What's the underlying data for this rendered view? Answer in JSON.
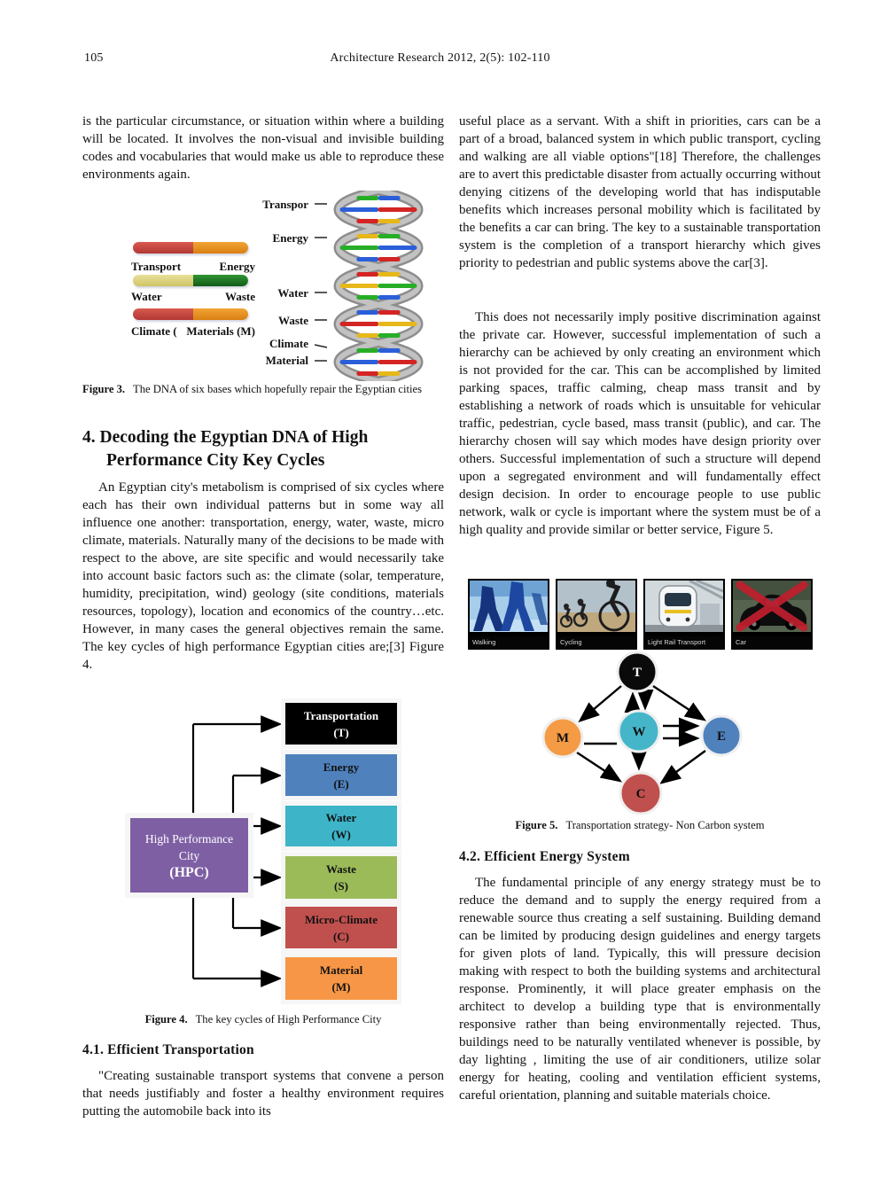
{
  "page_header": {
    "page_number": "105",
    "journal_ref": "Architecture Research 2012, 2(5): 102-110"
  },
  "left_column": {
    "intro_paragraph": "is the particular circumstance, or situation within where a building will be located. It involves the non-visual and invisible building codes and vocabularies that would make us able to reproduce these environments again.",
    "figure3": {
      "bars": [
        {
          "left": "Transport",
          "right": "Energy"
        },
        {
          "left": "Water",
          "right": "Waste"
        },
        {
          "left": "Climate (",
          "right": "Materials (M)"
        }
      ],
      "helix_labels": [
        "Transpor",
        "Energy",
        "Water",
        "Waste",
        "Climate",
        "Material"
      ],
      "caption_label": "Figure 3.",
      "caption_text": "The DNA of six bases which hopefully repair the Egyptian cities",
      "colors": {
        "bar_red": "#c2413c",
        "bar_orange": "#e89020",
        "bar_khaki": "#ded682",
        "bar_green": "#1f7a28",
        "ribbon_gray": "#b3b3b3",
        "rung_green": "#27ae27",
        "rung_blue": "#2b5fd9",
        "rung_red": "#d42424",
        "rung_yellow": "#e6b819"
      }
    },
    "section_4": {
      "heading": "4. Decoding the Egyptian DNA of High Performance City Key Cycles",
      "paragraph": "An Egyptian city's metabolism is comprised of six cycles where each has their own individual patterns but in some way all influence one another: transportation, energy, water, waste, micro climate, materials. Naturally many of the decisions to be made with respect to the above, are site specific and would necessarily take into account basic factors such as: the climate (solar, temperature, humidity, precipitation, wind) geology (site conditions, materials resources, topology), location and economics of the country…etc. However, in many cases the general objectives remain the same. The key cycles of high performance Egyptian cities are;[3] Figure 4."
    },
    "figure4": {
      "source_box": {
        "line1": "High Performance",
        "line2": "City",
        "line3": "(HPC)",
        "color": "#7e5fa4"
      },
      "cycle_boxes": [
        {
          "label": "Transportation",
          "abbr": "(T)",
          "color": "#000000"
        },
        {
          "label": "Energy",
          "abbr": "(E)",
          "color": "#4f81bd"
        },
        {
          "label": "Water",
          "abbr": "(W)",
          "color": "#3db4c8"
        },
        {
          "label": "Waste",
          "abbr": "(S)",
          "color": "#9bbb59"
        },
        {
          "label": "Micro-Climate",
          "abbr": "(C)",
          "color": "#c0504d"
        },
        {
          "label": "Material",
          "abbr": "(M)",
          "color": "#f79646"
        }
      ],
      "caption_label": "Figure 4.",
      "caption_text": "The key cycles of High Performance City"
    },
    "section_4_1": {
      "heading": "4.1. Efficient Transportation",
      "paragraph": "\"Creating sustainable transport systems that convene a person that needs justifiably and foster a healthy environment requires putting the automobile back into its"
    }
  },
  "right_column": {
    "paragraph_1": "useful place as a servant. With a shift in priorities, cars can be a part of a broad, balanced system in which public transport, cycling and walking are all viable options\"[18] Therefore, the challenges are to avert this predictable disaster from actually occurring without denying citizens of the developing world that has indisputable benefits which increases personal mobility which is facilitated by the benefits a car can bring. The key to a sustainable transportation system is the completion of a transport hierarchy which gives priority to pedestrian and public systems above the car[3].",
    "paragraph_2": "This does not necessarily imply positive discrimination against the private car. However, successful implementation of such a hierarchy can be achieved by only creating an environment which is not provided for the car. This can be accomplished by limited parking spaces, traffic calming, cheap mass transit and by establishing a network of roads which is unsuitable for vehicular traffic, pedestrian, cycle based, mass transit (public), and car. The hierarchy chosen will say which modes have design priority over others. Successful implementation of such a structure will depend upon a segregated environment and will fundamentally effect design decision. In order to encourage people to use public network, walk or cycle is important where the system must be of a high quality and provide similar or better service, Figure 5.",
    "figure5": {
      "photos": [
        {
          "label": "Walking"
        },
        {
          "label": "Cycling"
        },
        {
          "label": "Light Rail Transport"
        },
        {
          "label": "Car"
        }
      ],
      "diagram_nodes": [
        {
          "letter": "T",
          "color": "#0a0a0a"
        },
        {
          "letter": "M",
          "color": "#f59b45"
        },
        {
          "letter": "W",
          "color": "#45b6c9"
        },
        {
          "letter": "E",
          "color": "#4f81bd"
        },
        {
          "letter": "C",
          "color": "#c0504d"
        }
      ],
      "caption_label": "Figure 5.",
      "caption_text": "Transportation strategy- Non Carbon system"
    },
    "section_4_2": {
      "heading": "4.2. Efficient Energy System",
      "paragraph": "The fundamental principle of any energy strategy must be to reduce the demand and to supply the energy required from a renewable source thus creating a self sustaining. Building demand can be limited by producing design guidelines and energy targets for given plots of land. Typically, this will pressure decision making with respect to both the building systems and architectural response. Prominently, it will place greater emphasis on the architect to develop a building type that is environmentally responsive rather than being environmentally rejected. Thus, buildings need to be naturally ventilated whenever is possible, by day lighting , limiting the use of air conditioners, utilize solar energy for heating, cooling and ventilation efficient systems, careful orientation, planning and suitable materials choice."
    }
  }
}
